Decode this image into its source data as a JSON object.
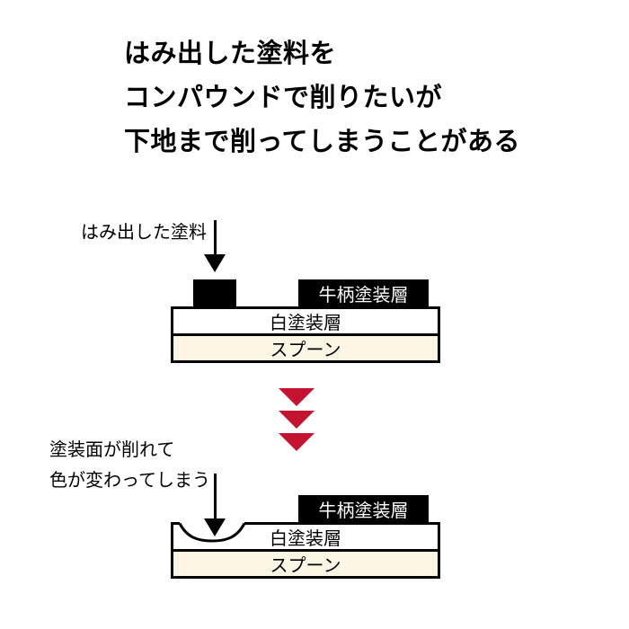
{
  "title": {
    "lines": [
      "はみ出した塗料を",
      "コンパウンドで削りたいが",
      "下地まで削ってしまうことがある"
    ]
  },
  "before": {
    "annotation": "はみ出した塗料",
    "pattern_layer_label": "牛柄塗装層",
    "white_layer_label": "白塗装層",
    "base_layer_label": "スプーン"
  },
  "after": {
    "annotation_line1": "塗装面が削れて",
    "annotation_line2": "色が変わってしまう",
    "pattern_layer_label": "牛柄塗装層",
    "white_layer_label": "白塗装層",
    "base_layer_label": "スプーン"
  },
  "transition": {
    "chevron_count": 3
  },
  "colors": {
    "ink": "#000000",
    "paper": "#ffffff",
    "spoon_fill": "#fbf6e3",
    "arrow_red": "#c41230",
    "pattern_text": "#ffffff"
  }
}
